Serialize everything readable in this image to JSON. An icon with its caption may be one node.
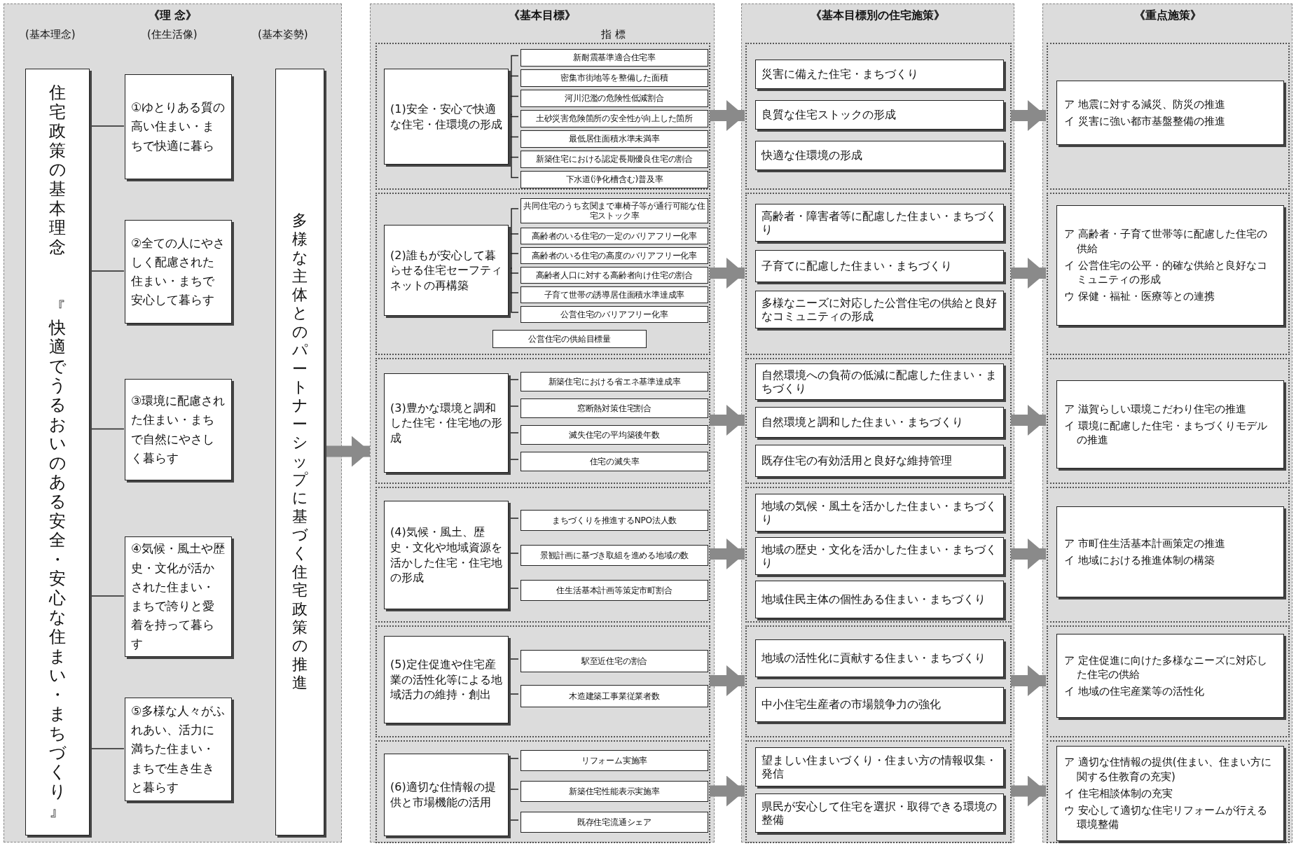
{
  "diagram": {
    "nodes": [
      {
        "text": [
          "《理 念》"
        ]
      },
      {
        "text": [
          "住宅政策の基本理念",
          "『快適でうるおいのある安全・安心な住まい・まちづくり』"
        ],
        "in": 0
      },
      {
        "text": [
          "①ゆとりある質の高い住まい・まちで快適に暮ら"
        ],
        "in": 0
      },
      {
        "text": [
          "②全ての人にやさしく配慮された住まい・まちで安心して暮らす"
        ],
        "in": 0
      },
      {
        "text": [
          "③環境に配慮された住まい・まちで自然にやさしく暮らす"
        ],
        "in": 0
      },
      {
        "text": [
          "④気候・風土や歴史・文化が活かされた住まい・まちで誇りと愛着を持って暮らす"
        ],
        "in": 0
      },
      {
        "text": [
          "⑤多様な人々がふれあい、活力に満ちた住まい・まちで生き生きと暮らす"
        ],
        "in": 0
      },
      {
        "text": [
          "多様な主体とのパートナーシップに基づく住宅政策の推進"
        ],
        "in": 0
      },
      {
        "text": [
          "《基本目標》"
        ]
      },
      {
        "text": [],
        "shape": "box",
        "in": 8
      },
      {
        "text": [
          "(1)安全・安心で快適な住宅・住環境の形成"
        ],
        "in": 9
      },
      {
        "text": [
          "新耐震基準適合住宅率"
        ],
        "in": 9
      },
      {
        "text": [
          "密集市街地等を整備した面積"
        ],
        "in": 9
      },
      {
        "text": [
          "河川氾濫の危険性低減割合"
        ],
        "in": 9
      },
      {
        "text": [
          "土砂災害危険箇所の安全性が向上した箇所"
        ],
        "in": 9
      },
      {
        "text": [
          "最低居住面積水準未満率"
        ],
        "in": 9
      },
      {
        "text": [
          "新築住宅における認定長期優良住宅の割合"
        ],
        "in": 9
      },
      {
        "text": [
          "下水道(浄化槽含む)普及率"
        ],
        "in": 9
      },
      {
        "text": [],
        "shape": "box",
        "in": 8
      },
      {
        "text": [
          "(2)誰もが安心して暮らせる住宅セーフティネットの再構築"
        ],
        "in": 18
      },
      {
        "text": [
          "共同住宅のうち玄関まで車椅子等が通行可能な住宅ストック率"
        ],
        "in": 18
      },
      {
        "text": [
          "高齢者のいる住宅の一定のバリアフリー化率"
        ],
        "in": 18
      },
      {
        "text": [
          "高齢者のいる住宅の高度のバリアフリー化率"
        ],
        "in": 18
      },
      {
        "text": [
          "高齢者人口に対する高齢者向け住宅の割合"
        ],
        "in": 18
      },
      {
        "text": [
          "子育て世帯の誘導居住面積水準達成率"
        ],
        "in": 18
      },
      {
        "text": [
          "公営住宅のバリアフリー化率"
        ],
        "in": 18
      },
      {
        "text": [
          "公営住宅の供給目標量"
        ],
        "in": 18
      },
      {
        "text": [],
        "shape": "box",
        "in": 8
      },
      {
        "text": [
          "(3)豊かな環境と調和した住宅・住宅地の形成"
        ],
        "in": 27
      },
      {
        "text": [
          "新築住宅における省エネ基準達成率"
        ],
        "in": 27
      },
      {
        "text": [
          "窓断熱対策住宅割合"
        ],
        "in": 27
      },
      {
        "text": [
          "滅失住宅の平均築後年数"
        ],
        "in": 27
      },
      {
        "text": [
          "住宅の滅失率"
        ],
        "in": 27
      },
      {
        "text": [],
        "shape": "box",
        "in": 8
      },
      {
        "text": [
          "(4)気候・風土、歴史・文化や地域資源を活かした住宅・住宅地の形成"
        ],
        "in": 33
      },
      {
        "text": [
          "まちづくりを推進するNPO法人数"
        ],
        "in": 33
      },
      {
        "text": [
          "景観計画に基づき取組を進める地域の数"
        ],
        "in": 33
      },
      {
        "text": [
          "住生活基本計画等策定市町割合"
        ],
        "in": 33
      },
      {
        "text": [],
        "shape": "box",
        "in": 8
      },
      {
        "text": [
          "(5)定住促進や住宅産業の活性化等による地域活力の維持・創出"
        ],
        "in": 38
      },
      {
        "text": [
          "駅至近住宅の割合"
        ],
        "in": 38
      },
      {
        "text": [
          "木造建築工事業従業者数"
        ],
        "in": 38
      },
      {
        "text": [],
        "shape": "box",
        "in": 8
      },
      {
        "text": [
          "(6)適切な住情報の提供と市場機能の活用"
        ],
        "in": 42
      },
      {
        "text": [
          "リフォーム実施率"
        ],
        "in": 42
      },
      {
        "text": [
          "新築住宅性能表示実施率"
        ],
        "in": 42
      },
      {
        "text": [
          "既存住宅流通シェア"
        ],
        "in": 42
      },
      {
        "text": [
          "《基本目標別の住宅施策》"
        ]
      },
      {
        "text": [],
        "shape": "box",
        "in": 47
      },
      {
        "text": [
          "災害に備えた住宅・まちづくり"
        ],
        "in": 48
      },
      {
        "text": [
          "良質な住宅ストックの形成"
        ],
        "in": 48
      },
      {
        "text": [
          "快適な住環境の形成"
        ],
        "in": 48
      },
      {
        "text": [],
        "shape": "box",
        "in": 47
      },
      {
        "text": [
          "高齢者・障害者等に配慮した住まい・まちづくり"
        ],
        "in": 52
      },
      {
        "text": [
          "子育てに配慮した住まい・まちづくり"
        ],
        "in": 52
      },
      {
        "text": [
          "多様なニーズに対応した公営住宅の供給と良好なコミュニティの形成"
        ],
        "in": 52
      },
      {
        "text": [],
        "shape": "box",
        "in": 47
      },
      {
        "text": [
          "自然環境への負荷の低減に配慮した住まい・まちづくり"
        ],
        "in": 56
      },
      {
        "text": [
          "自然環境と調和した住まい・まちづくり"
        ],
        "in": 56
      },
      {
        "text": [
          "既存住宅の有効活用と良好な維持管理"
        ],
        "in": 56
      },
      {
        "text": [],
        "shape": "box",
        "in": 47
      },
      {
        "text": [
          "地域の気候・風土を活かした住まい・まちづくり"
        ],
        "in": 60
      },
      {
        "text": [
          "地域の歴史・文化を活かした住まい・まちづくり"
        ],
        "in": 60
      },
      {
        "text": [
          "地域住民主体の個性ある住まい・まちづくり"
        ],
        "in": 60
      },
      {
        "text": [],
        "shape": "box",
        "in": 47
      },
      {
        "text": [
          "地域の活性化に貢献する住まい・まちづくり"
        ],
        "in": 64
      },
      {
        "text": [
          "中小住宅生産者の市場競争力の強化"
        ],
        "in": 64
      },
      {
        "text": [],
        "shape": "box",
        "in": 47
      },
      {
        "text": [
          "望ましい住まいづくり・住まい方の情報収集・発信"
        ],
        "in": 67
      },
      {
        "text": [
          "県民が安心して住宅を選択・取得できる環境の整備"
        ],
        "in": 67
      },
      {
        "text": [
          "《重点施策》"
        ]
      },
      {
        "text": [],
        "shape": "box",
        "in": 70
      },
      {
        "text": [
          "ア 地震に対する減災、防災の推進",
          "イ 災害に強い都市基盤整備の推進"
        ],
        "in": 71
      },
      {
        "text": [],
        "shape": "box",
        "in": 70
      },
      {
        "text": [
          "ア 高齢者・子育て世帯等に配慮した住宅の供給",
          "イ 公営住宅の公平・的確な供給と良好なコミュニティの形成",
          "ウ 保健・福祉・医療等との連携"
        ],
        "in": 73
      },
      {
        "text": [],
        "shape": "box",
        "in": 70
      },
      {
        "text": [
          "ア 滋賀らしい環境こだわり住宅の推進",
          "イ 環境に配慮した住宅・まちづくりモデルの推進"
        ],
        "in": 75
      },
      {
        "text": [],
        "shape": "box",
        "in": 70
      },
      {
        "text": [
          "ア 市町住生活基本計画策定の推進",
          "イ 地域における推進体制の構築"
        ],
        "in": 77
      },
      {
        "text": [],
        "shape": "box",
        "in": 70
      },
      {
        "text": [
          "ア 定住促進に向けた多様なニーズに対応した住宅の供給",
          "イ 地域の住宅産業等の活性化"
        ],
        "in": 79
      },
      {
        "text": [],
        "shape": "box",
        "in": 70
      },
      {
        "text": [
          "ア 適切な住情報の提供(住まい、住まい方に関する住教育の充実)",
          "イ 住宅相談体制の充実",
          "ウ 安心して適切な住宅リフォームが行える環境整備"
        ],
        "in": 81
      }
    ],
    "edges": [
      {
        "from": 1,
        "to": 2,
        "arrow": "none"
      },
      {
        "from": 1,
        "to": 3,
        "arrow": "none"
      },
      {
        "from": 1,
        "to": 4,
        "arrow": "none"
      },
      {
        "from": 1,
        "to": 5,
        "arrow": "none"
      },
      {
        "from": 1,
        "to": 6,
        "arrow": "none"
      },
      {
        "from": 7,
        "to": 8,
        "arrow": "to",
        "style": "thick",
        "color": "#8a8a8a"
      },
      {
        "from": 10,
        "to": 11,
        "arrow": "none"
      },
      {
        "from": 10,
        "to": 12,
        "arrow": "none"
      },
      {
        "from": 10,
        "to": 13,
        "arrow": "none"
      },
      {
        "from": 10,
        "to": 14,
        "arrow": "none"
      },
      {
        "from": 10,
        "to": 15,
        "arrow": "none"
      },
      {
        "from": 10,
        "to": 16,
        "arrow": "none"
      },
      {
        "from": 10,
        "to": 17,
        "arrow": "none"
      },
      {
        "from": 19,
        "to": 20,
        "arrow": "none"
      },
      {
        "from": 19,
        "to": 21,
        "arrow": "none"
      },
      {
        "from": 19,
        "to": 22,
        "arrow": "none"
      },
      {
        "from": 19,
        "to": 23,
        "arrow": "none"
      },
      {
        "from": 19,
        "to": 24,
        "arrow": "none"
      },
      {
        "from": 19,
        "to": 25,
        "arrow": "none"
      },
      {
        "from": 28,
        "to": 29,
        "arrow": "none"
      },
      {
        "from": 28,
        "to": 30,
        "arrow": "none"
      },
      {
        "from": 28,
        "to": 31,
        "arrow": "none"
      },
      {
        "from": 28,
        "to": 32,
        "arrow": "none"
      },
      {
        "from": 34,
        "to": 35,
        "arrow": "none"
      },
      {
        "from": 34,
        "to": 36,
        "arrow": "none"
      },
      {
        "from": 34,
        "to": 37,
        "arrow": "none"
      },
      {
        "from": 39,
        "to": 40,
        "arrow": "none"
      },
      {
        "from": 39,
        "to": 41,
        "arrow": "none"
      },
      {
        "from": 43,
        "to": 44,
        "arrow": "none"
      },
      {
        "from": 43,
        "to": 45,
        "arrow": "none"
      },
      {
        "from": 43,
        "to": 46,
        "arrow": "none"
      },
      {
        "from": 9,
        "to": 48,
        "arrow": "to",
        "style": "thick",
        "color": "#8a8a8a"
      },
      {
        "from": 18,
        "to": 52,
        "arrow": "to",
        "style": "thick",
        "color": "#8a8a8a"
      },
      {
        "from": 27,
        "to": 56,
        "arrow": "to",
        "style": "thick",
        "color": "#8a8a8a"
      },
      {
        "from": 33,
        "to": 60,
        "arrow": "to",
        "style": "thick",
        "color": "#8a8a8a"
      },
      {
        "from": 38,
        "to": 64,
        "arrow": "to",
        "style": "thick",
        "color": "#8a8a8a"
      },
      {
        "from": 42,
        "to": 67,
        "arrow": "to",
        "style": "thick",
        "color": "#8a8a8a"
      },
      {
        "from": 48,
        "to": 71,
        "arrow": "to",
        "style": "thick",
        "color": "#8a8a8a"
      },
      {
        "from": 52,
        "to": 73,
        "arrow": "to",
        "style": "thick",
        "color": "#8a8a8a"
      },
      {
        "from": 56,
        "to": 75,
        "arrow": "to",
        "style": "thick",
        "color": "#8a8a8a"
      },
      {
        "from": 60,
        "to": 77,
        "arrow": "to",
        "style": "thick",
        "color": "#8a8a8a"
      },
      {
        "from": 64,
        "to": 79,
        "arrow": "to",
        "style": "thick",
        "color": "#8a8a8a"
      },
      {
        "from": 67,
        "to": 81,
        "arrow": "to",
        "style": "thick",
        "color": "#8a8a8a"
      }
    ],
    "labels": [
      "(基本理念)",
      "(住生活像)",
      "(基本姿勢)",
      "指 標"
    ]
  }
}
